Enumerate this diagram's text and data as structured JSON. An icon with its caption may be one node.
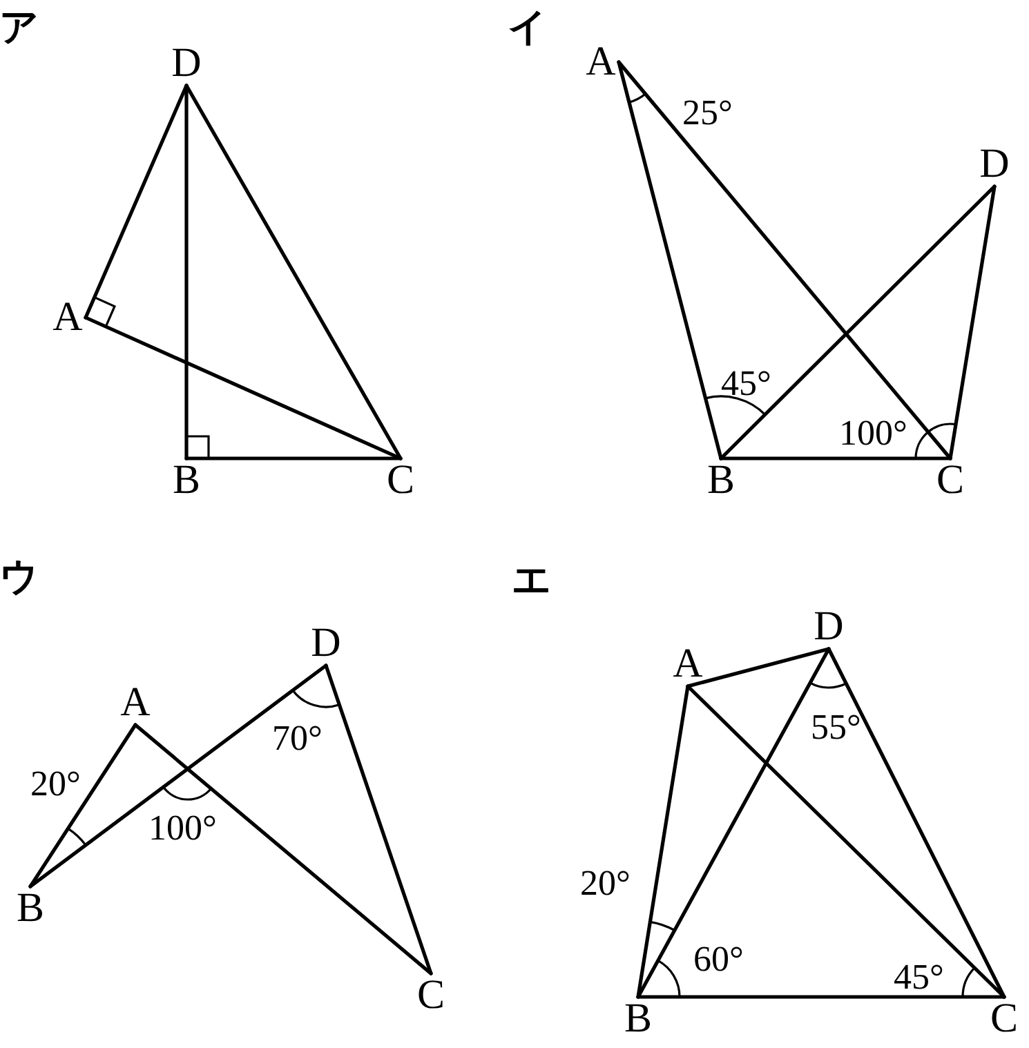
{
  "diagram": {
    "nodes": [
      {
        "text": [
          "D"
        ]
      },
      {
        "text": [
          "A"
        ]
      },
      {
        "text": [
          "B"
        ]
      },
      {
        "text": [
          "C"
        ]
      },
      {
        "text": [
          "A"
        ]
      },
      {
        "text": [
          "B"
        ]
      },
      {
        "text": [
          "C"
        ]
      },
      {
        "text": [
          "D"
        ]
      },
      {
        "text": [
          "A"
        ]
      },
      {
        "text": [
          "B"
        ]
      },
      {
        "text": [
          "C"
        ]
      },
      {
        "text": [
          "D"
        ]
      },
      {
        "text": [
          "A"
        ]
      },
      {
        "text": [
          "B"
        ]
      },
      {
        "text": [
          "C"
        ]
      },
      {
        "text": [
          "D"
        ]
      }
    ],
    "edges": [
      {
        "from": 0,
        "to": 2,
        "arrow": "none"
      },
      {
        "from": 0,
        "to": 1,
        "arrow": "none"
      },
      {
        "from": 0,
        "to": 3,
        "arrow": "none"
      },
      {
        "from": 1,
        "to": 3,
        "arrow": "none"
      },
      {
        "from": 2,
        "to": 3,
        "arrow": "none"
      },
      {
        "from": 4,
        "to": 5,
        "arrow": "none"
      },
      {
        "from": 4,
        "to": 6,
        "arrow": "none"
      },
      {
        "from": 5,
        "to": 6,
        "arrow": "none"
      },
      {
        "from": 5,
        "to": 7,
        "arrow": "none"
      },
      {
        "from": 7,
        "to": 6,
        "arrow": "none"
      },
      {
        "from": 8,
        "to": 9,
        "arrow": "none"
      },
      {
        "from": 8,
        "to": 10,
        "arrow": "none"
      },
      {
        "from": 9,
        "to": 11,
        "arrow": "none"
      },
      {
        "from": 11,
        "to": 10,
        "arrow": "none"
      },
      {
        "from": 12,
        "to": 15,
        "arrow": "none"
      },
      {
        "from": 12,
        "to": 13,
        "arrow": "none"
      },
      {
        "from": 12,
        "to": 14,
        "arrow": "none"
      },
      {
        "from": 13,
        "to": 15,
        "arrow": "none"
      },
      {
        "from": 13,
        "to": 14,
        "arrow": "none"
      },
      {
        "from": 15,
        "to": 14,
        "arrow": "none"
      }
    ],
    "labels": [
      "ア",
      "イ",
      "25°",
      "45°",
      "100°",
      "ウ",
      "70°",
      "20°",
      "100°",
      "エ",
      "55°",
      "20°",
      "60°",
      "45°"
    ]
  }
}
